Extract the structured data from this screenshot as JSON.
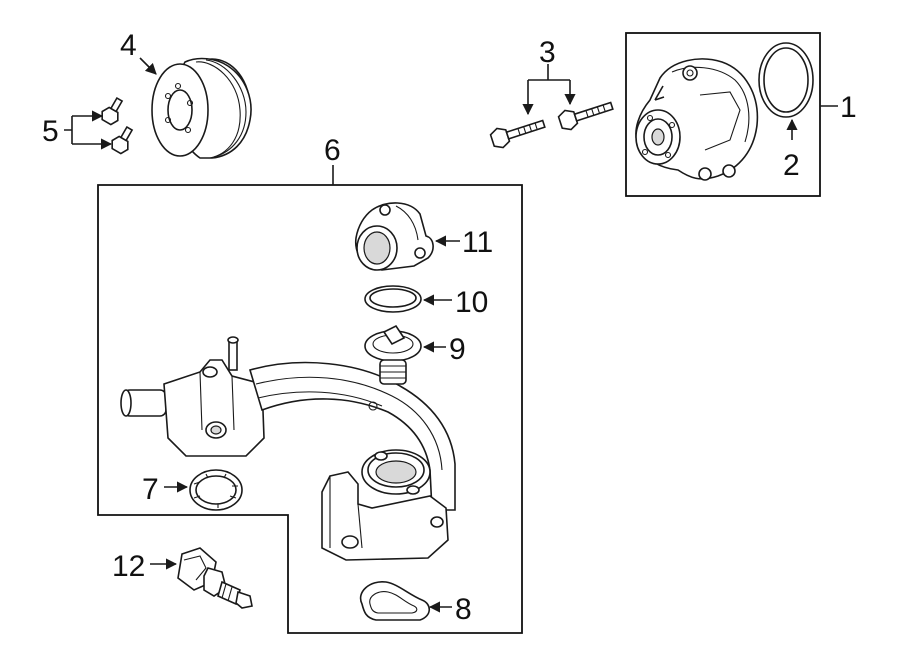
{
  "callouts": [
    {
      "id": "c1",
      "text": "1"
    },
    {
      "id": "c2",
      "text": "2"
    },
    {
      "id": "c3",
      "text": "3"
    },
    {
      "id": "c4",
      "text": "4"
    },
    {
      "id": "c5",
      "text": "5"
    },
    {
      "id": "c6",
      "text": "6"
    },
    {
      "id": "c7",
      "text": "7"
    },
    {
      "id": "c8",
      "text": "8"
    },
    {
      "id": "c9",
      "text": "9"
    },
    {
      "id": "c10",
      "text": "10"
    },
    {
      "id": "c11",
      "text": "11"
    },
    {
      "id": "c12",
      "text": "12"
    }
  ],
  "style": {
    "line_color": "#1a1a1a",
    "background": "#ffffff",
    "shade": "#d9d9d9"
  }
}
